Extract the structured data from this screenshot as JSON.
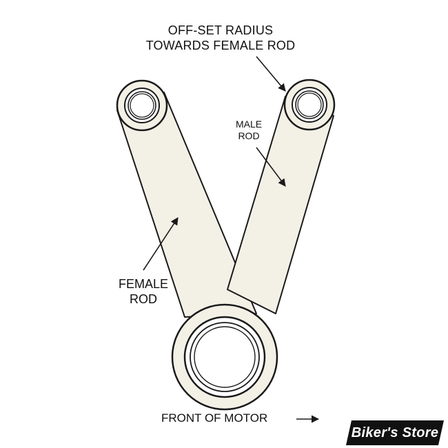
{
  "labels": {
    "offset_line1": "OFF-SET RADIUS",
    "offset_line2": "TOWARDS FEMALE ROD",
    "male_line1": "MALE",
    "male_line2": "ROD",
    "female_line1": "FEMALE",
    "female_line2": "ROD",
    "front": "FRONT OF MOTOR"
  },
  "watermark": {
    "text": "Biker's Store"
  },
  "colors": {
    "line": "#1a1a1a",
    "fill": "#f3f0e6",
    "watermark_bg": "#111111",
    "watermark_text": "#ffffff"
  }
}
